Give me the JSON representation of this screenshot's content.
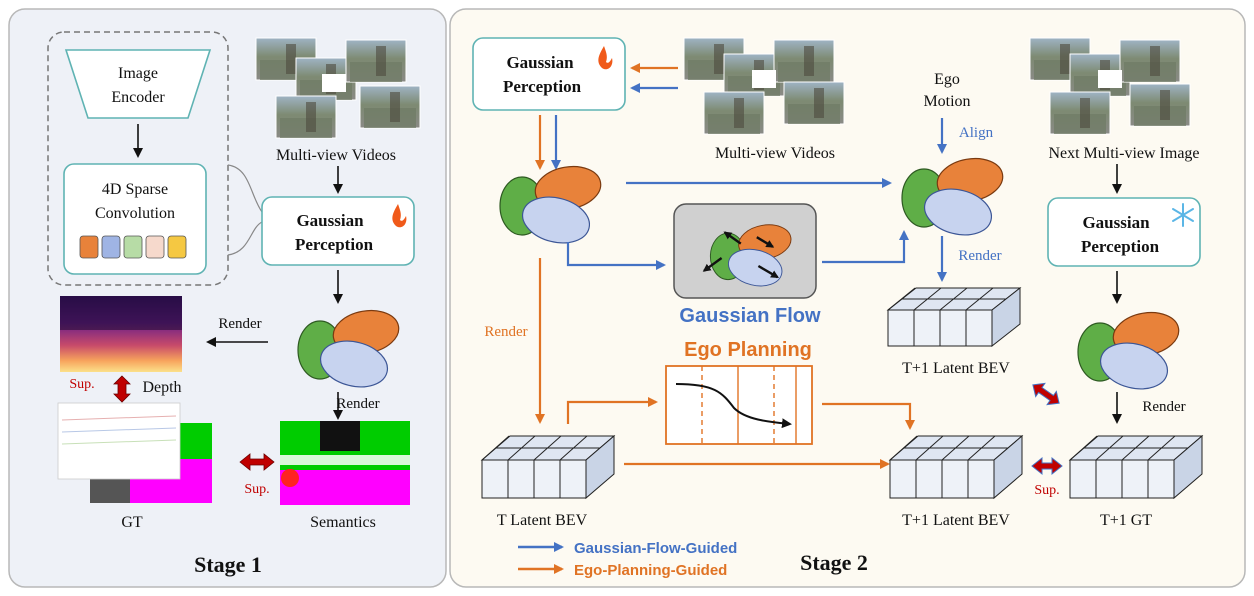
{
  "stage1": {
    "title": "Stage 1",
    "image_encoder": [
      "Image",
      "Encoder"
    ],
    "sparse_conv": [
      "4D Sparse",
      "Convolution"
    ],
    "videos_label": "Multi-view Videos",
    "perception": [
      "Gaussian",
      "Perception"
    ],
    "render_depth": "Render",
    "render_sem": "Render",
    "depth_label": "Depth",
    "sup_top": "Sup.",
    "sup_bottom": "Sup.",
    "gt_label": "GT",
    "semantics_label": "Semantics"
  },
  "stage2": {
    "title": "Stage 2",
    "perception_left": [
      "Gaussian",
      "Perception"
    ],
    "videos_label": "Multi-view Videos",
    "ego_motion": [
      "Ego",
      "Motion"
    ],
    "align": "Align",
    "next_image": "Next Multi-view Image",
    "perception_right": [
      "Gaussian",
      "Perception"
    ],
    "gaussian_flow": "Gaussian Flow",
    "ego_planning": "Ego Planning",
    "render_left": "Render",
    "render_mid": "Render",
    "render_right": "Render",
    "bev_t": "T  Latent BEV",
    "bev_t1_top": "T+1  Latent BEV",
    "bev_t1_bottom": "T+1  Latent BEV",
    "gt": "T+1 GT",
    "sup": "Sup.",
    "legend_blue": "Gaussian-Flow-Guided",
    "legend_orange": "Ego-Planning-Guided"
  },
  "colors": {
    "blue": "#4472c4",
    "orange": "#e07324",
    "red": "#c00000",
    "teal_border": "#5fb3b3",
    "stage1_bg": "#eef1f7",
    "stage2_bg": "#fdfaf2"
  },
  "icons": [
    "fire-icon",
    "snowflake-icon"
  ]
}
